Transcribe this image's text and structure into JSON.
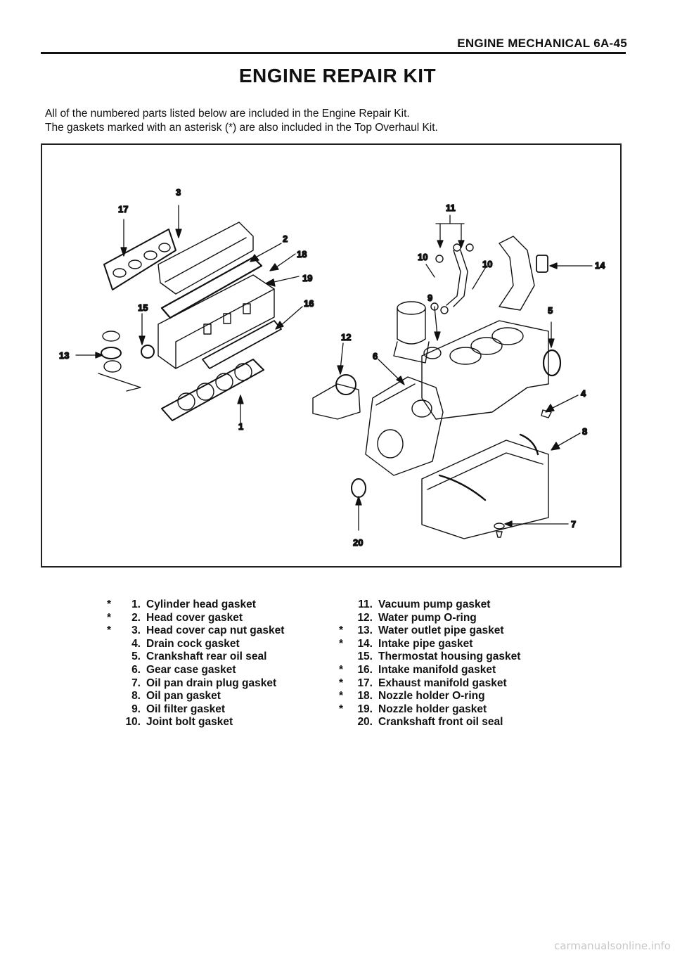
{
  "header": {
    "text": "ENGINE MECHANICAL 6A-45"
  },
  "page_title": "ENGINE REPAIR KIT",
  "intro": {
    "line1": "All of the numbered parts listed below are included in the Engine Repair Kit.",
    "line2": "The gaskets marked with an asterisk (*) are also included in the Top Overhaul Kit."
  },
  "figure": {
    "callouts": [
      "1",
      "2",
      "3",
      "4",
      "5",
      "6",
      "7",
      "8",
      "9",
      "10",
      "10",
      "11",
      "12",
      "13",
      "14",
      "15",
      "16",
      "17",
      "18",
      "19",
      "20"
    ]
  },
  "parts_left": [
    {
      "mark": "*",
      "num": "1.",
      "name": "Cylinder head gasket"
    },
    {
      "mark": "*",
      "num": "2.",
      "name": "Head cover gasket"
    },
    {
      "mark": "*",
      "num": "3.",
      "name": "Head cover cap nut gasket"
    },
    {
      "mark": "",
      "num": "4.",
      "name": "Drain cock gasket"
    },
    {
      "mark": "",
      "num": "5.",
      "name": "Crankshaft rear oil seal"
    },
    {
      "mark": "",
      "num": "6.",
      "name": "Gear case gasket"
    },
    {
      "mark": "",
      "num": "7.",
      "name": "Oil pan drain plug gasket"
    },
    {
      "mark": "",
      "num": "8.",
      "name": "Oil pan gasket"
    },
    {
      "mark": "",
      "num": "9.",
      "name": "Oil filter gasket"
    },
    {
      "mark": "",
      "num": "10.",
      "name": "Joint bolt gasket"
    }
  ],
  "parts_right": [
    {
      "mark": "",
      "num": "11.",
      "name": "Vacuum pump gasket"
    },
    {
      "mark": "",
      "num": "12.",
      "name": "Water pump O-ring"
    },
    {
      "mark": "*",
      "num": "13.",
      "name": "Water outlet pipe gasket"
    },
    {
      "mark": "*",
      "num": "14.",
      "name": "Intake pipe gasket"
    },
    {
      "mark": "",
      "num": "15.",
      "name": "Thermostat housing gasket"
    },
    {
      "mark": "*",
      "num": "16.",
      "name": "Intake manifold gasket"
    },
    {
      "mark": "*",
      "num": "17.",
      "name": "Exhaust manifold gasket"
    },
    {
      "mark": "*",
      "num": "18.",
      "name": "Nozzle holder O-ring"
    },
    {
      "mark": "*",
      "num": "19.",
      "name": "Nozzle holder gasket"
    },
    {
      "mark": "",
      "num": "20.",
      "name": "Crankshaft front oil seal"
    }
  ],
  "watermark": "carmanualsonline.info"
}
